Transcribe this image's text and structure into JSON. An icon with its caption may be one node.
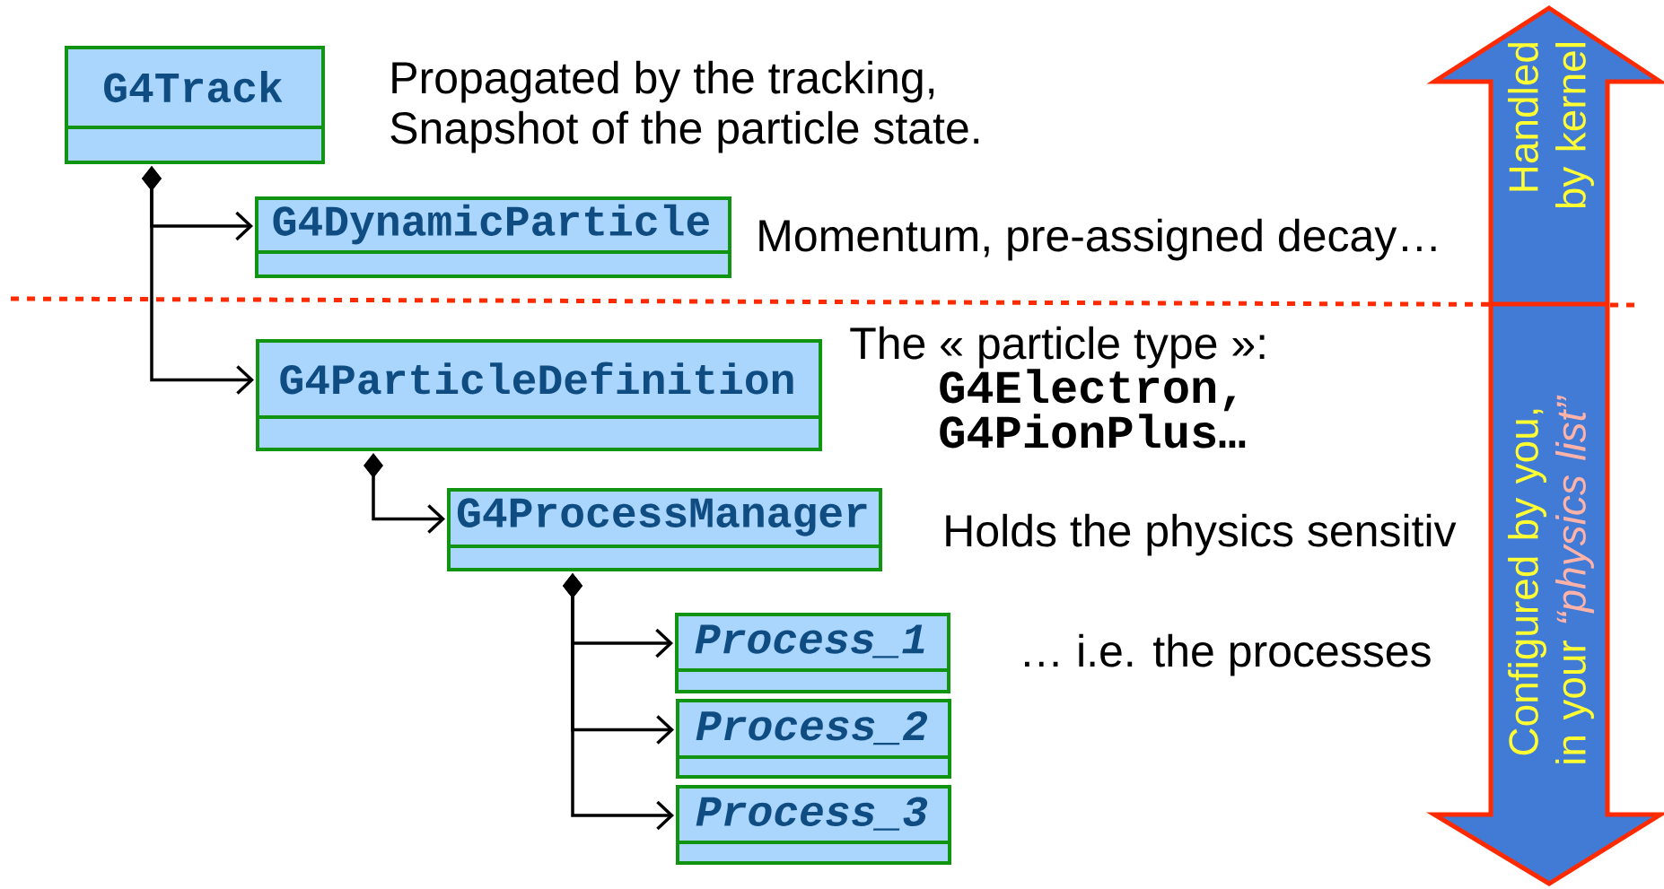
{
  "diagram": {
    "nodes": [
      {
        "text": [
          "G4Track"
        ],
        "beside": [
          "Propagated by the tracking,",
          "Snapshot of the particle state."
        ]
      },
      {
        "text": [
          "G4DynamicParticle"
        ]
      },
      {
        "text": [
          "G4ParticleDefinition"
        ],
        "beside": [
          "The « particle type »:",
          "G4Electron,",
          "G4PionPlus…"
        ]
      },
      {
        "text": [
          "G4ProcessManager"
        ]
      },
      {
        "text": [
          "Process_1"
        ]
      },
      {
        "text": [
          "Process_2"
        ]
      },
      {
        "text": [
          "Process_3"
        ]
      },
      {
        "text": [
          "Handled by kernel",
          "Configured by you, in your *“physics list”*"
        ]
      }
    ],
    "edges": [
      {
        "from": 0,
        "to": 1,
        "arrow": "to"
      },
      {
        "from": 0,
        "to": 2,
        "arrow": "to"
      },
      {
        "from": 2,
        "to": 3,
        "arrow": "to"
      },
      {
        "from": 3,
        "to": 4,
        "arrow": "to"
      },
      {
        "from": 3,
        "to": 5,
        "arrow": "to"
      },
      {
        "from": 3,
        "to": 6,
        "arrow": "to"
      }
    ],
    "labels": [
      "Momentum, pre-assigned decay…",
      "Holds the physics sensitiv",
      "… i.e. the processes"
    ]
  }
}
